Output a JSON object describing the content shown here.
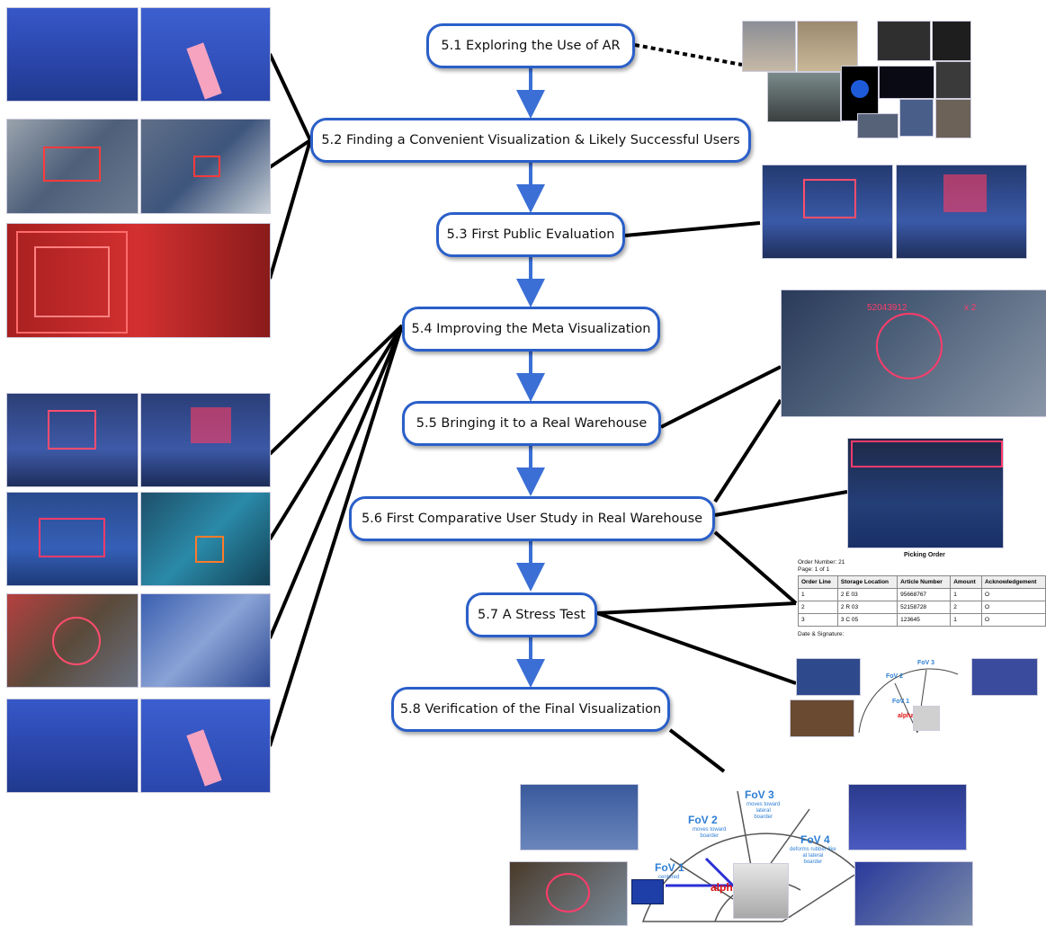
{
  "nodes": [
    {
      "label": "5.1 Exploring the Use of AR"
    },
    {
      "label": "5.2 Finding a Convenient Visualization & Likely Successful Users"
    },
    {
      "label": "5.3 First Public Evaluation"
    },
    {
      "label": "5.4 Improving the Meta Visualization"
    },
    {
      "label": "5.5 Bringing it to a Real Warehouse"
    },
    {
      "label": "5.6 First Comparative User Study in Real Warehouse"
    },
    {
      "label": "5.7 A Stress Test"
    },
    {
      "label": "5.8 Verification of the Final Visualization"
    }
  ],
  "picking_order": {
    "title": "Picking Order",
    "order_number": "Order Number: 21",
    "page": "Page: 1 of 1",
    "headers": [
      "Order Line",
      "Storage Location",
      "Article Number",
      "Amount",
      "Acknowledgement"
    ],
    "rows": [
      [
        "1",
        "2 E 03",
        "95668767",
        "1",
        "O"
      ],
      [
        "2",
        "2 R 03",
        "52158728",
        "2",
        "O"
      ],
      [
        "3",
        "3 C 05",
        "123645",
        "1",
        "O"
      ]
    ],
    "signature": "Date & Signature:"
  },
  "screen_text": {
    "hud_number": "52043912",
    "hud_count": "x 2"
  },
  "fov_diagram": {
    "fov1_title": "FoV 1",
    "fov1_desc": "centered",
    "fov2_title": "FoV 2",
    "fov2_desc": "moves toward\nboarder",
    "fov3_title": "FoV 3",
    "fov3_desc": "moves toward\nlateral\nboarder",
    "fov4_title": "FoV 4",
    "fov4_desc": "deforms rubber-like\nat lateral\nboarder",
    "alpha": "alpha"
  },
  "colors": {
    "node_border": "#2a5fc9",
    "arrow": "#3b6fd6",
    "fov_blue": "#2d7fd6",
    "alpha_red": "#e01010"
  }
}
